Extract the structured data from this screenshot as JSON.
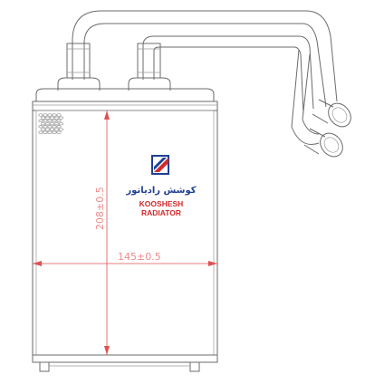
{
  "drawing": {
    "dimensions": {
      "height_label": "208±0.5",
      "width_label": "145±0.5"
    },
    "logo": {
      "persian_text": "کوشش رادیاتور",
      "brand_line1": "KOOSHESH",
      "brand_line2": "RADIATOR",
      "colors": {
        "blue": "#1e3f93",
        "red": "#d32a2a"
      }
    },
    "colors": {
      "dimension": "#e05050",
      "outline": "#6b6b6b"
    }
  }
}
